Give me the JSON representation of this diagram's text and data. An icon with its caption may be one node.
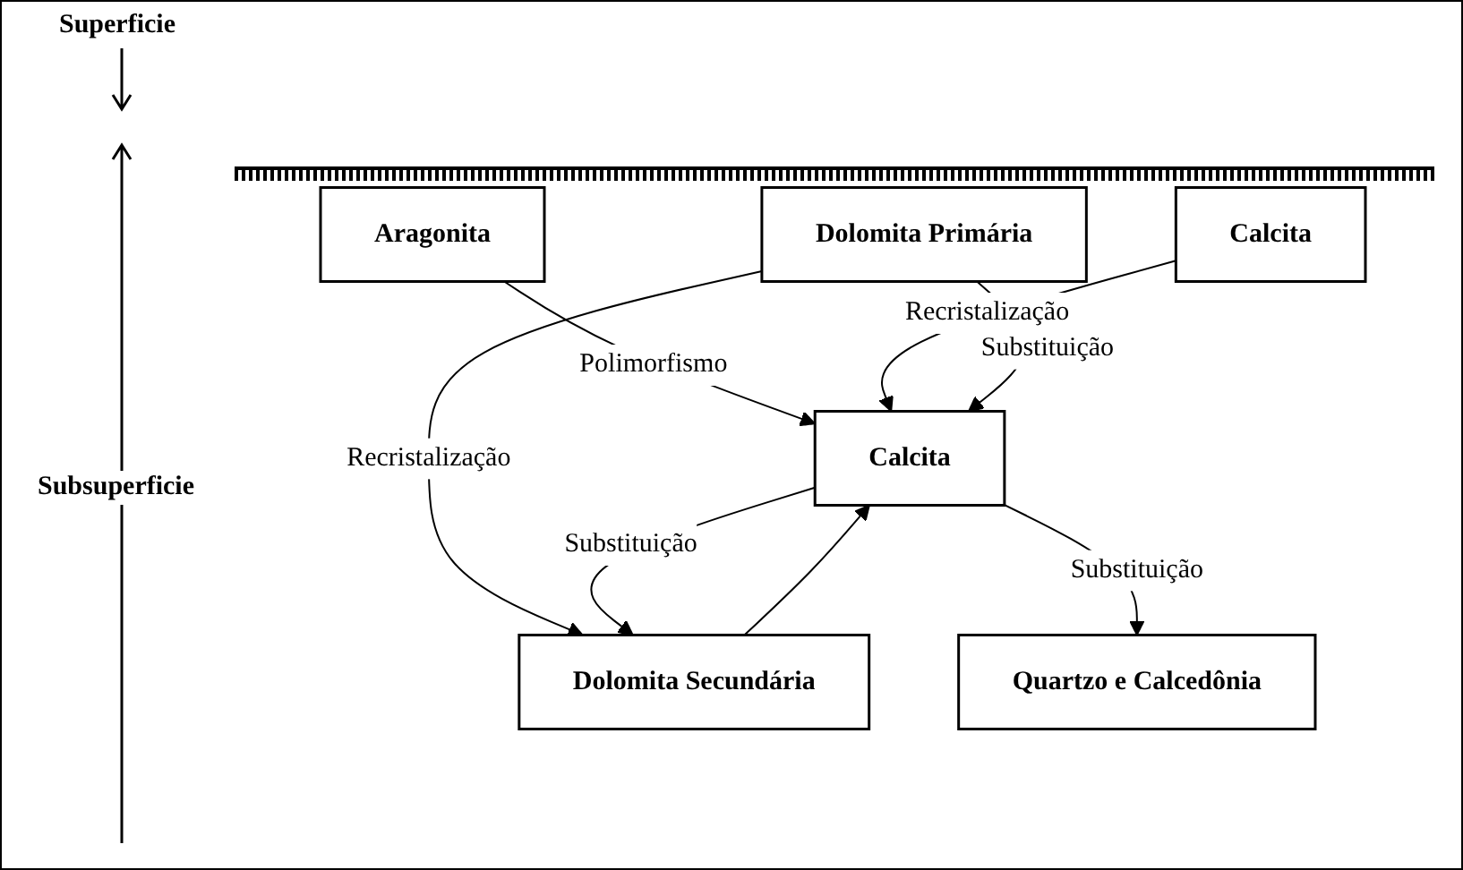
{
  "diagram": {
    "nodes": [
      {
        "text": [
          "Aragonita"
        ]
      },
      {
        "text": [
          "Calcita"
        ]
      },
      {
        "text": [
          "Dolomita Primária"
        ]
      },
      {
        "text": [
          "Calcita"
        ]
      },
      {
        "text": [
          "Dolomita Secundária"
        ]
      },
      {
        "text": [
          "Quartzo e Calcedônia"
        ]
      }
    ],
    "edges": [
      {
        "from": 0,
        "to": 3,
        "arrow": "to",
        "label": "Polimorfismo"
      },
      {
        "from": 1,
        "to": 3,
        "arrow": "to",
        "label": "Recristalização"
      },
      {
        "from": 2,
        "to": 3,
        "arrow": "to",
        "label": "Substituição"
      },
      {
        "from": 2,
        "to": 4,
        "arrow": "to",
        "label": "Recristalização"
      },
      {
        "from": 3,
        "to": 4,
        "arrow": "to",
        "label": "Substituição"
      },
      {
        "from": 4,
        "to": 3,
        "arrow": "to"
      },
      {
        "from": 3,
        "to": 5,
        "arrow": "to",
        "label": "Substituição"
      }
    ],
    "labels": [
      "Superficie",
      "Subsuperficie"
    ]
  }
}
